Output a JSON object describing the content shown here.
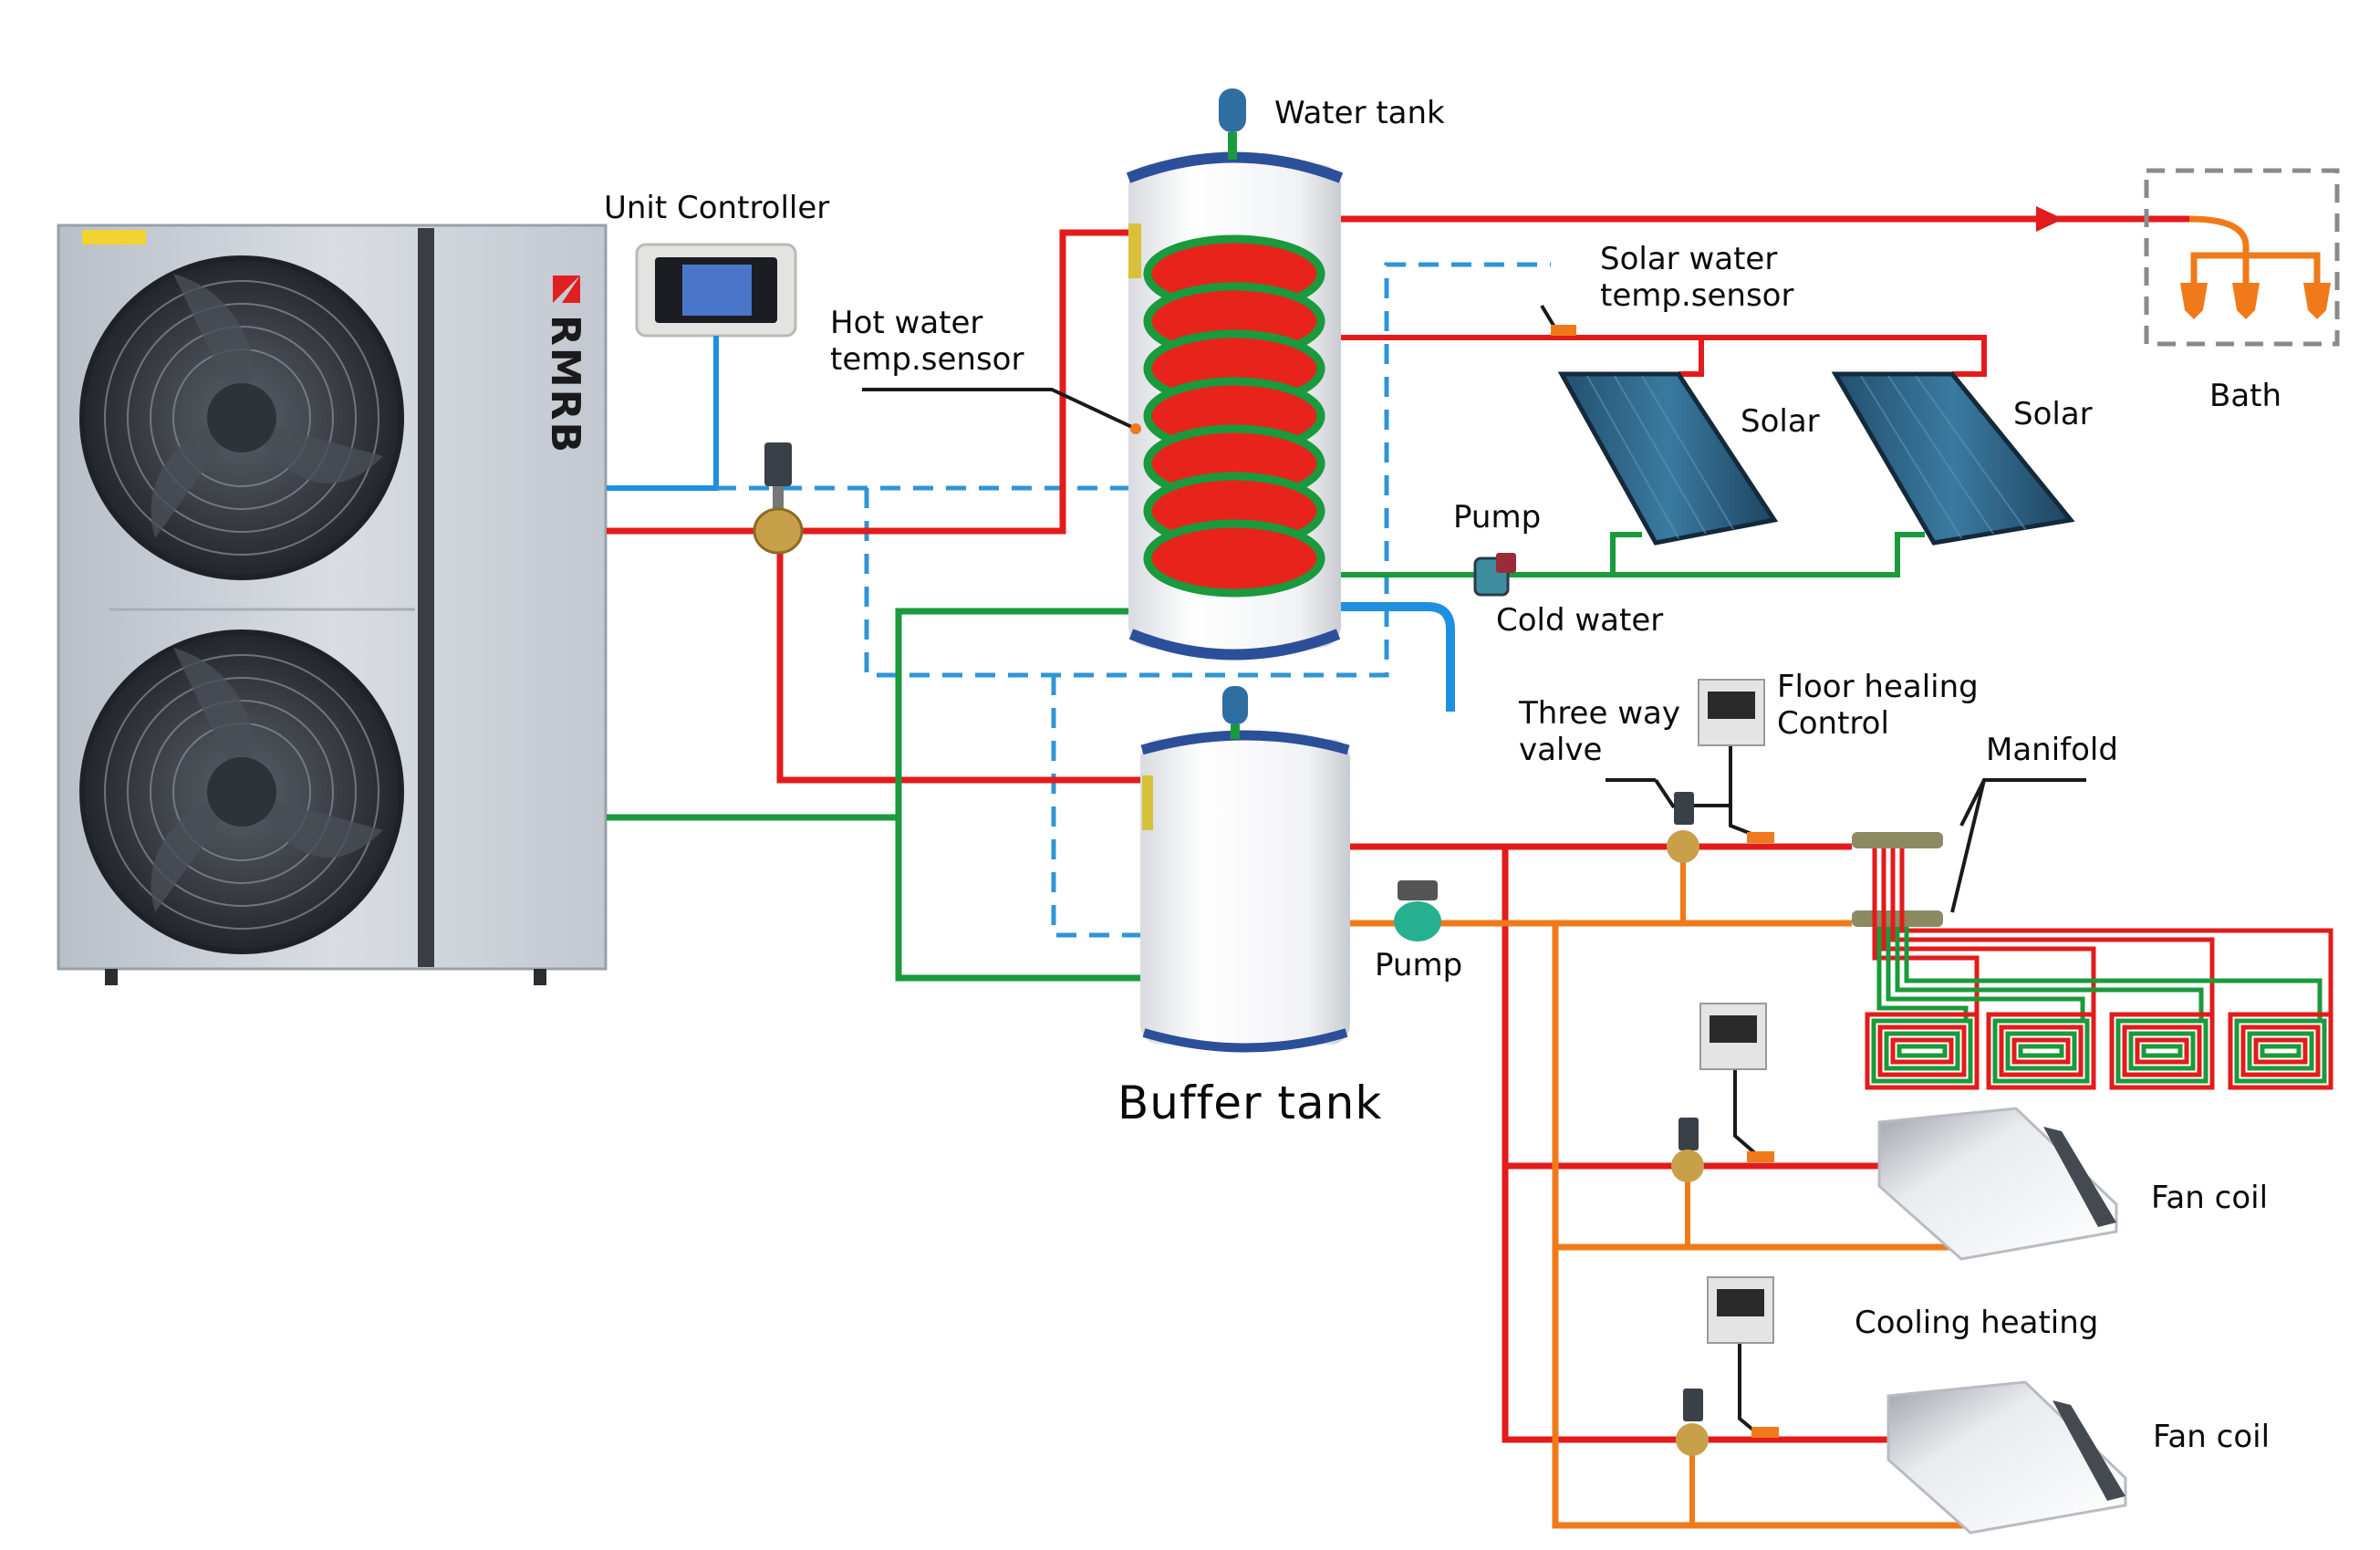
{
  "diagram": {
    "title": "Heat pump water heating and cooling system schematic",
    "brand": "RMRB",
    "colors": {
      "hot_pipe": "#e31b1b",
      "return_pipe": "#1a9a3c",
      "cold_pipe": "#1f8fe0",
      "signal_dashed": "#2f95d6",
      "secondary_return": "#f07a1a",
      "bath_dashed": "#8a8a8a",
      "bath_fixture": "#f07a1a",
      "tank_body": "#f2f4f6",
      "tank_trim": "#2c4f9a",
      "coil_fill": "#e8231c",
      "coil_outline": "#1a9a3c",
      "unit_body": "#c9ced6",
      "brand_accent": "#e02020"
    },
    "labels": {
      "water_tank": "Water tank",
      "unit_controller": "Unit Controller",
      "hot_water_sensor_l1": "Hot water",
      "hot_water_sensor_l2": "temp.sensor",
      "solar_sensor_l1": "Solar water",
      "solar_sensor_l2": "temp.sensor",
      "solar_1": "Solar",
      "solar_2": "Solar",
      "bath": "Bath",
      "pump_solar": "Pump",
      "cold_water": "Cold water",
      "three_way_l1": "Three way",
      "three_way_l2": "valve",
      "floor_control_l1": "Floor healing",
      "floor_control_l2": "Control",
      "manifold": "Manifold",
      "buffer_tank": "Buffer tank",
      "pump_buffer": "Pump",
      "fan_coil_1": "Fan coil",
      "cooling_heating": "Cooling heating",
      "fan_coil_2": "Fan coil"
    },
    "components": [
      {
        "name": "heat-pump-unit",
        "fans": 2
      },
      {
        "name": "unit-controller"
      },
      {
        "name": "water-tank",
        "coil_turns": 7
      },
      {
        "name": "buffer-tank"
      },
      {
        "name": "solar-panel",
        "count": 2
      },
      {
        "name": "bath-fixtures",
        "count": 3
      },
      {
        "name": "floor-heating-loops",
        "count": 4
      },
      {
        "name": "fan-coil",
        "count": 2
      },
      {
        "name": "room-thermostat",
        "count": 3
      },
      {
        "name": "circulation-pump",
        "count": 2
      },
      {
        "name": "three-way-valve",
        "count": 4
      },
      {
        "name": "expansion-vessel",
        "count": 2
      }
    ]
  }
}
